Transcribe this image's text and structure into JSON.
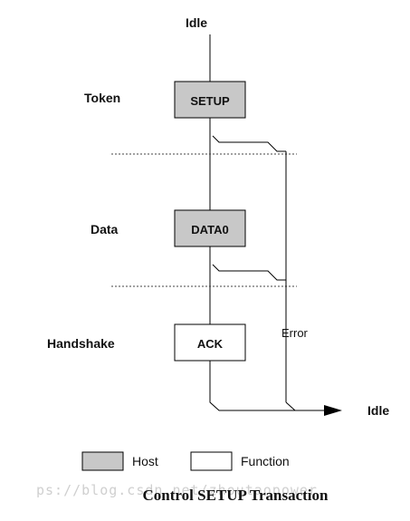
{
  "labels": {
    "idle_top": "Idle",
    "idle_right": "Idle",
    "token": "Token",
    "data": "Data",
    "handshake": "Handshake",
    "error": "Error"
  },
  "packets": {
    "setup": "SETUP",
    "data0": "DATA0",
    "ack": "ACK"
  },
  "colors": {
    "host_fill": "#c8c8c8",
    "function_fill": "#ffffff"
  },
  "legend": {
    "host": "Host",
    "function": "Function"
  },
  "caption": "Control SETUP Transaction",
  "watermark": "ps://blog.csdn.net/zhoutaopower"
}
